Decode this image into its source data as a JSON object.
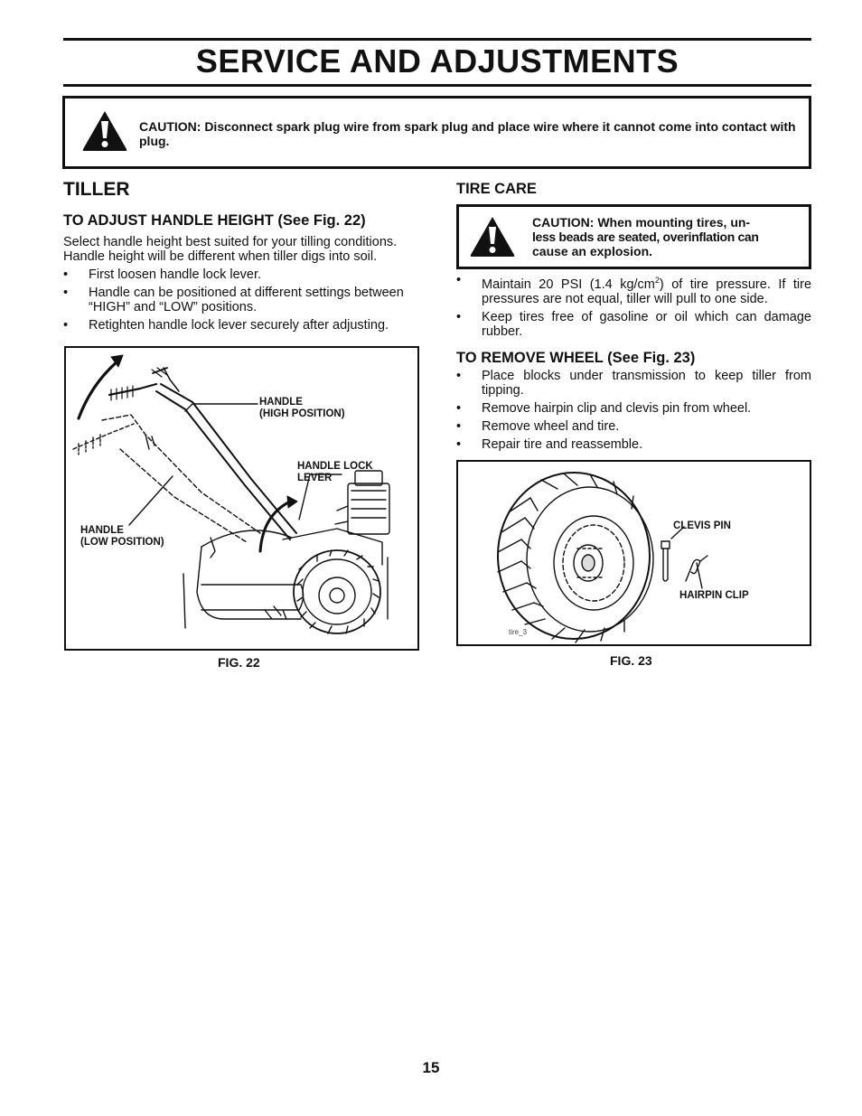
{
  "header": {
    "title": "SERVICE  AND ADJUSTMENTS"
  },
  "top_caution": {
    "icon": "warning-triangle-icon",
    "text": "CAUTION:  Disconnect spark plug wire from spark plug and place wire where it cannot come into contact with plug."
  },
  "tiller": {
    "heading": "TILLER",
    "subheading": "TO ADJUST HANDLE HEIGHT (See Fig. 22)",
    "intro": "Select handle height best suited for your tilling conditions. Handle height will be different when tiller digs into soil.",
    "bullets": [
      "First loosen handle lock lever.",
      "Handle can be positioned at different settings between “HIGH” and “LOW” positions.",
      "Retighten handle lock lever securely after adjusting."
    ],
    "figure": {
      "caption": "FIG. 22",
      "label_high_1": "HANDLE",
      "label_high_2": "(HIGH POSITION)",
      "label_lock_1": "HANDLE LOCK",
      "label_lock_2": "LEVER",
      "label_low_1": "HANDLE",
      "label_low_2": "(LOW POSITION)"
    }
  },
  "tire_care": {
    "heading": "TIRE CARE",
    "caution": {
      "icon": "warning-triangle-icon",
      "line1": "CAUTION:  When mounting tires, un-",
      "line2": "less beads are seated, overinflation can",
      "line3": "cause an explosion."
    },
    "bullet1_pre": "Maintain 20 PSI (1.4 kg/cm",
    "bullet1_sup": "2",
    "bullet1_post": ") of tire pressure.  If tire pressures are not equal, tiller will pull to one side.",
    "bullet2": "Keep tires free of gasoline or oil which can damage rubber."
  },
  "remove_wheel": {
    "subheading": "TO REMOVE WHEEL (See Fig. 23)",
    "bullets": [
      "Place blocks under transmission to keep tiller from tipping.",
      "Remove hairpin clip and clevis pin from wheel.",
      "Remove wheel and tire.",
      "Repair tire and reassemble."
    ],
    "figure": {
      "caption": "FIG. 23",
      "label_clevis": "CLEVIS PIN",
      "label_hairpin": "HAIRPIN CLIP",
      "file_tag": "tire_3"
    }
  },
  "footer": {
    "page_number": "15"
  }
}
